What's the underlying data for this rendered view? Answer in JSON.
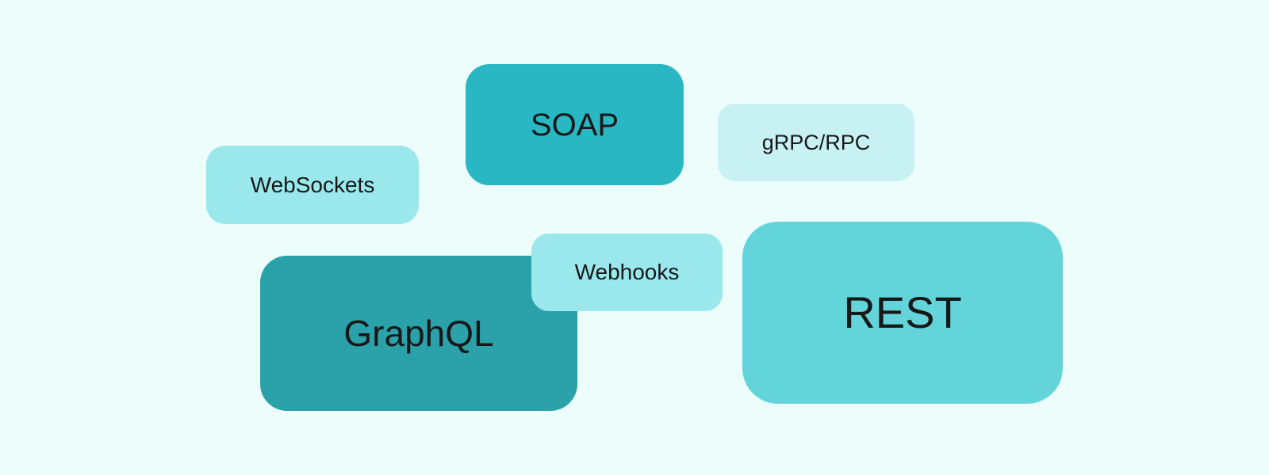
{
  "canvas": {
    "background_color": "#ecfdfb",
    "text_color": "#181818"
  },
  "nodes": [
    {
      "id": "soap",
      "label": "SOAP",
      "color": "#28b7c3"
    },
    {
      "id": "grpc-rpc",
      "label": "gRPC/RPC",
      "color": "#c7f1f3"
    },
    {
      "id": "websockets",
      "label": "WebSockets",
      "color": "#9ae8ec"
    },
    {
      "id": "graphql",
      "label": "GraphQL",
      "color": "#2ba1a9"
    },
    {
      "id": "webhooks",
      "label": "Webhooks",
      "color": "#9ae8ec"
    },
    {
      "id": "rest",
      "label": "REST",
      "color": "#63d5da"
    }
  ]
}
